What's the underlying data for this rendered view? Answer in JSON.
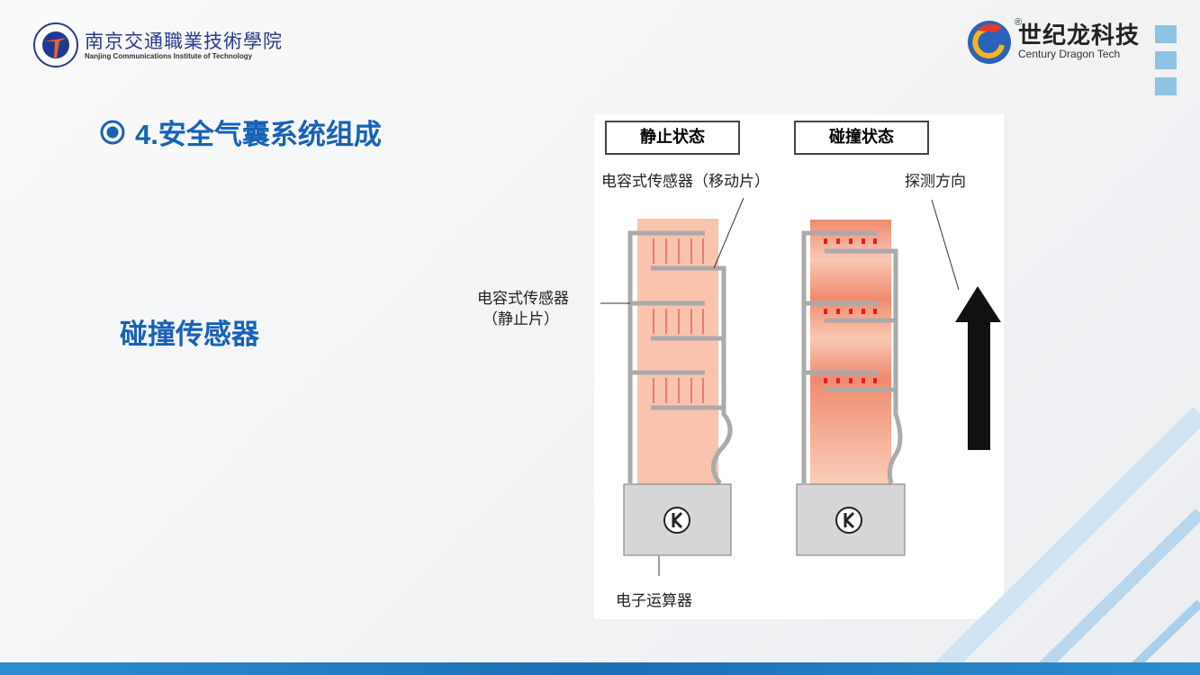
{
  "header": {
    "school_name_cn": "南京交通職業技術學院",
    "school_name_en": "Nanjing Communications Institute of Technology",
    "partner_name_cn": "世纪龙科技",
    "partner_name_en": "Century Dragon Tech",
    "registered_mark": "®"
  },
  "slide": {
    "bullet_icon": "circle-dot-icon",
    "title": "4.安全气囊系统组成",
    "subtitle": "碰撞传感器"
  },
  "diagram": {
    "state_static": "静止状态",
    "state_collision": "碰撞状态",
    "label_moving_plate": "电容式传感器（移动片）",
    "label_detect_direction": "探测方向",
    "label_fixed_plate_line1": "电容式传感器",
    "label_fixed_plate_line2": "（静止片）",
    "label_processor": "电子运算器"
  },
  "colors": {
    "accent": "#1762b7",
    "sensor_fill": "#f9c3ae",
    "sensor_fill_active": "#f29a80"
  }
}
